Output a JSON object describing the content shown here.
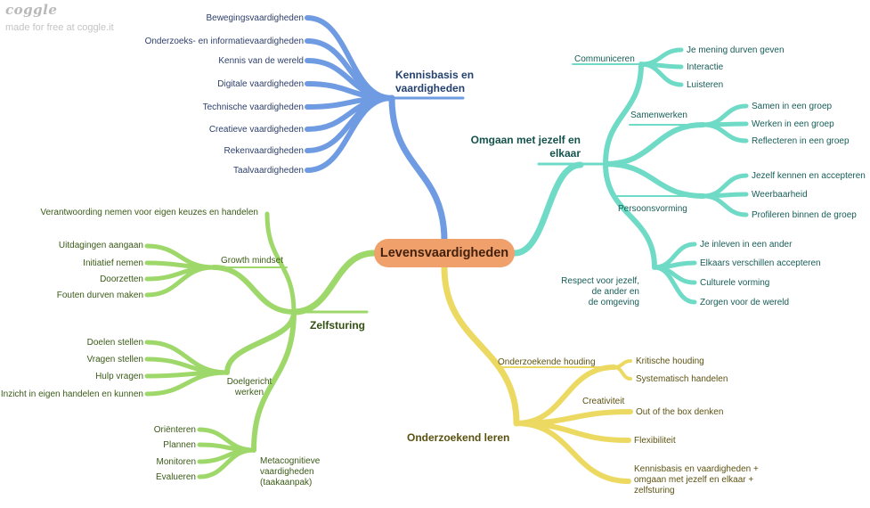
{
  "brand": {
    "logo": "coggle",
    "tagline": "made for free at coggle.it"
  },
  "root": {
    "label": "Levensvaardigheden"
  },
  "branches": {
    "kennis": {
      "label": "Kennisbasis en\nvaardigheden",
      "color": "#6f9be2",
      "items": [
        "Bewegingsvaardigheden",
        "Onderzoeks- en informatievaardigheden",
        "Kennis van de wereld",
        "Digitale vaardigheden",
        "Technische vaardigheden",
        "Creatieve vaardigheden",
        "Rekenvaardigheden",
        "Taalvaardigheden"
      ]
    },
    "omgaan": {
      "label": "Omgaan met jezelf en\nelkaar",
      "color": "#6fdbc6",
      "groups": [
        {
          "label": "Communiceren",
          "items": [
            "Je mening durven geven",
            "Interactie",
            "Luisteren"
          ]
        },
        {
          "label": "Samenwerken",
          "items": [
            "Samen in een groep",
            "Werken in een groep",
            "Reflecteren in een groep"
          ]
        },
        {
          "label": "Persoonsvorming",
          "items": [
            "Jezelf kennen en accepteren",
            "Weerbaarheid",
            "Profileren binnen de groep"
          ]
        },
        {
          "label": "Respect voor jezelf,\nde ander en\nde omgeving",
          "items": [
            "Je inleven in een ander",
            "Elkaars verschillen accepteren",
            "Culturele vorming",
            "Zorgen voor de wereld"
          ]
        }
      ]
    },
    "zelfsturing": {
      "label": "Zelfsturing",
      "color": "#9fd86a",
      "single": "Verantwoording nemen voor eigen keuzes en handelen",
      "groups": [
        {
          "label": "Growth mindset",
          "items": [
            "Uitdagingen aangaan",
            "Initiatief nemen",
            "Doorzetten",
            "Fouten durven maken"
          ]
        },
        {
          "label": "Doelgericht\nwerken",
          "items": [
            "Doelen stellen",
            "Vragen stellen",
            "Hulp vragen",
            "Inzicht in eigen handelen en kunnen"
          ]
        },
        {
          "label": "Metacognitieve\nvaardigheden\n(taakaanpak)",
          "items": [
            "Oriënteren",
            "Plannen",
            "Monitoren",
            "Evalueren"
          ]
        }
      ]
    },
    "onderzoekend": {
      "label": "Onderzoekend leren",
      "color": "#ecd962",
      "houding": {
        "label": "Onderzoekende houding",
        "items": [
          "Kritische houding",
          "Systematisch handelen"
        ]
      },
      "creativiteit": {
        "label": "Creativiteit",
        "items": [
          "Out of the box denken"
        ]
      },
      "items": [
        "Flexibiliteit",
        "Kennisbasis en vaardigheden +\nomgaan met jezelf en elkaar +\nzelfsturing"
      ]
    }
  }
}
